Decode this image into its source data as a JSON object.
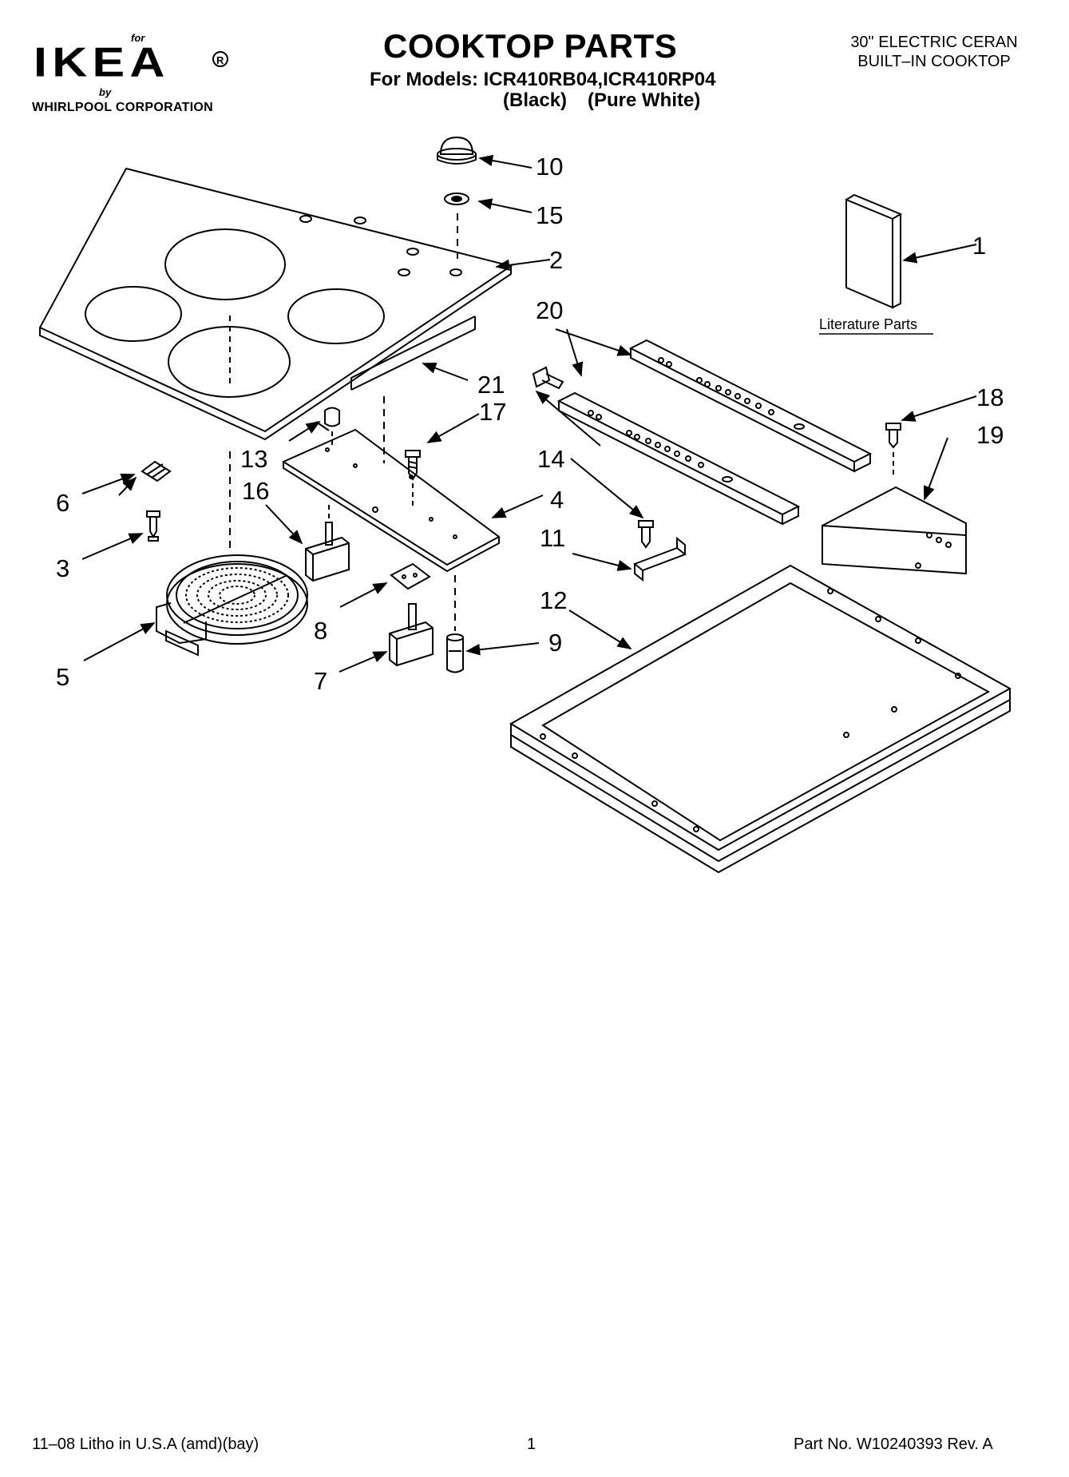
{
  "header": {
    "brand_for": "for",
    "brand_logo": "IKEA®",
    "brand_by": "by",
    "brand_corp": "WHIRLPOOL CORPORATION",
    "title": "COOKTOP PARTS",
    "models": "For Models: ICR410RB04,ICR410RP04",
    "variant_black": "(Black)",
    "variant_white": "(Pure White)",
    "description_line1": "30\" ELECTRIC CERAN",
    "description_line2": "BUILT–IN COOKTOP"
  },
  "diagram": {
    "part_labels": [
      "1",
      "2",
      "3",
      "4",
      "5",
      "6",
      "7",
      "8",
      "9",
      "10",
      "11",
      "12",
      "13",
      "14",
      "15",
      "16",
      "17",
      "18",
      "19",
      "20",
      "21"
    ],
    "literature_label": "Literature Parts"
  },
  "footer": {
    "litho": "11–08 Litho in U.S.A (amd)(bay)",
    "page": "1",
    "part_no": "Part No. W10240393 Rev. A"
  }
}
